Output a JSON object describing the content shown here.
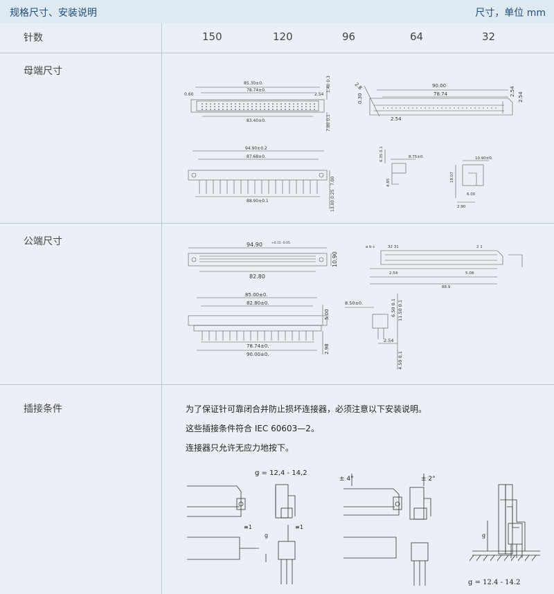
{
  "header": {
    "title": "规格尺寸、安装说明",
    "unit": "尺寸，单位 mm"
  },
  "pin_row": {
    "label": "针数",
    "values": [
      "150",
      "120",
      "96",
      "64",
      "32"
    ]
  },
  "female": {
    "label": "母端尺寸",
    "top_left": {
      "overall": "85.30±0.",
      "inner": "78.74±0.",
      "left_offset": "0.60",
      "pitch": "2.54",
      "bottom": "83.40±0.",
      "right_top": "1.40 0.3",
      "right_bottom": "7.80 0.1"
    },
    "top_right": {
      "overall": "90.00",
      "inner": "78.74",
      "pitch_a": "2.54",
      "pitch_b": "2.54",
      "left_a": "0.30",
      "left_b": "2.8",
      "bottom": "2.54"
    },
    "bottom_left": {
      "overall": "94.90±0.2",
      "inner": "87.68±0.",
      "bottom": "88.90±0.1",
      "right_a": "7.00",
      "right_b": "13.00 0.25"
    },
    "side_a": {
      "a": "6.35 0.1",
      "b": "8.75±0.",
      "c": "4.85"
    },
    "side_b": {
      "a": "10.90±0.",
      "b": "18.07",
      "c": "6.00",
      "d": "2.90"
    }
  },
  "male": {
    "label": "公端尺寸",
    "top_left": {
      "overall": "94.90",
      "tol": "+0.15 -0.05",
      "bottom": "82.80",
      "right": "10.90"
    },
    "top_right": {
      "cols": "a b c",
      "left_pin": "32 31",
      "right_pin": "2 1",
      "a": "2.54",
      "b": "5.08",
      "c": "88.9"
    },
    "bottom_left": {
      "overall": "85.00±0.",
      "inner": "82.80±0.",
      "pitch_span": "78.74±0.",
      "bottom": "90.00±0.",
      "right_a": "5.00",
      "right_b": "2.98"
    },
    "side": {
      "a": "8.50±0.",
      "b": "6.50 0.1",
      "c": "11.50 0.1",
      "d": "2.54",
      "e": "4.50 0.1"
    }
  },
  "mounting": {
    "label": "插接条件",
    "notes": [
      "为了保证针可靠闭合并防止损坏连接器，必须注意以下安装说明。",
      "这些插接条件符合 IEC 60603—2。",
      "连接器只允许无应力地按下。"
    ],
    "fig1": {
      "g": "g = 12,4 - 14,2",
      "m1": "≡1",
      "m2": "≡1",
      "g_axis": "g"
    },
    "fig2": {
      "a": "± 4°",
      "b": "± 2°"
    },
    "fig3": {
      "g": "g = 12.4 - 14.2",
      "g_axis": "g"
    }
  }
}
